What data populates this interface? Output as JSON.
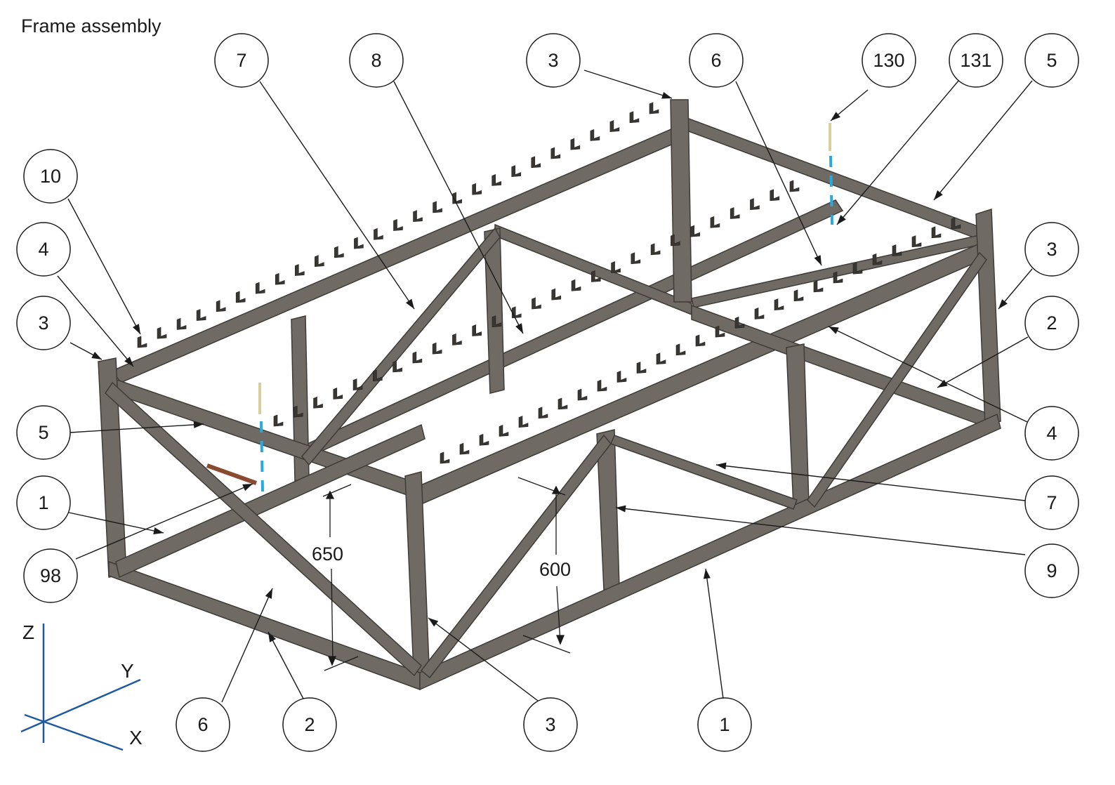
{
  "title": "Frame assembly",
  "colors": {
    "steel": "#6f6a64",
    "steel_edge": "#3f3b37",
    "axis": "#1f5aa0",
    "bolt": "#d9cf9a",
    "bolt_blue": "#29a9e0",
    "rod": "#8a4a30"
  },
  "balloons": [
    "7",
    "8",
    "3",
    "6",
    "130",
    "131",
    "5",
    "10",
    "4",
    "3",
    "3",
    "2",
    "5",
    "4",
    "1",
    "7",
    "98",
    "9",
    "6",
    "2",
    "3",
    "1"
  ],
  "dimensions": [
    "650",
    "600"
  ],
  "axes": {
    "z": "Z",
    "y": "Y",
    "x": "X"
  }
}
